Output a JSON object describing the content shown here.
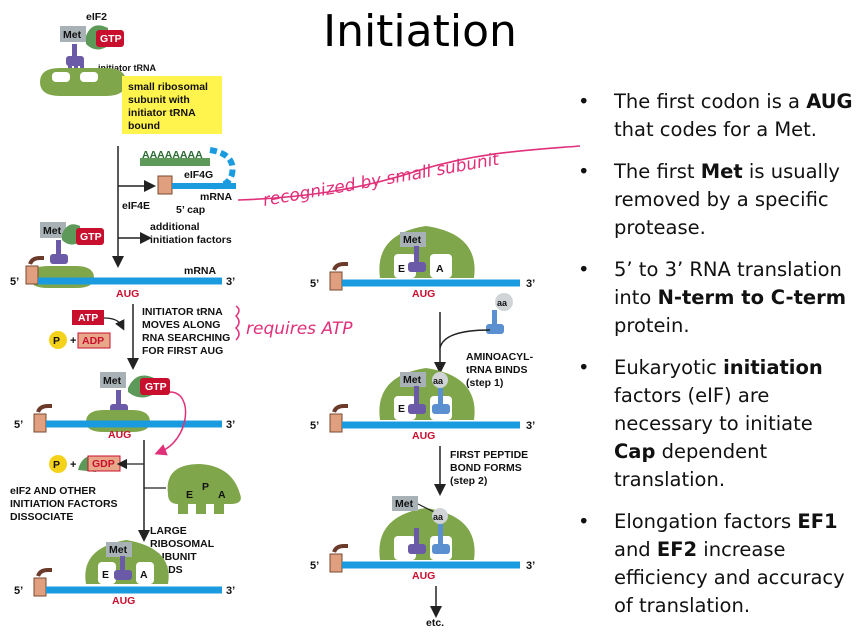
{
  "title": "Initiation",
  "bullets": [
    {
      "parts": [
        {
          "t": "The first codon is a "
        },
        {
          "t": "AUG",
          "b": true
        },
        {
          "t": " that codes for a Met."
        }
      ]
    },
    {
      "parts": [
        {
          "t": "The first "
        },
        {
          "t": "Met",
          "b": true
        },
        {
          "t": " is usually removed by a specific protease."
        }
      ]
    },
    {
      "parts": [
        {
          "t": "5’ to 3’ RNA translation into "
        },
        {
          "t": "N-term to C-term",
          "b": true
        },
        {
          "t": " protein."
        }
      ]
    },
    {
      "parts": [
        {
          "t": "Eukaryotic "
        },
        {
          "t": "initiation",
          "b": true
        },
        {
          "t": " factors (eIF) are necessary to initiate "
        },
        {
          "t": "Cap",
          "b": true
        },
        {
          "t": " dependent translation."
        }
      ]
    },
    {
      "parts": [
        {
          "t": "Elongation factors "
        },
        {
          "t": "EF1",
          "b": true
        },
        {
          "t": " and "
        },
        {
          "t": "EF2",
          "b": true
        },
        {
          "t": " increase efficiency and accuracy of translation."
        }
      ]
    }
  ],
  "labels": {
    "eif2": "eIF2",
    "met": "Met",
    "gtp": "GTP",
    "initiator_trna": "initiator tRNA",
    "callout": [
      "small ribosomal",
      "subunit with",
      "initiator tRNA",
      "bound"
    ],
    "polya": "AAAAAAAA",
    "eif4g": "eIF4G",
    "mrna": "mRNA",
    "eif4e": "eIF4E",
    "cap": "5’ cap",
    "additional": [
      "additional",
      "initiation factors"
    ],
    "five": "5’",
    "three": "3’",
    "aug": "AUG",
    "atp": "ATP",
    "adp": "ADP",
    "pi": "P",
    "plus": "+",
    "scanning": [
      "INITIATOR tRNA",
      "MOVES ALONG",
      "RNA SEARCHING",
      "FOR FIRST AUG"
    ],
    "gdp": "GDP",
    "dissociate": [
      "eIF2 AND OTHER",
      "INITIATION FACTORS",
      "DISSOCIATE"
    ],
    "large": [
      "LARGE",
      "RIBOSOMAL",
      "SUBUNIT",
      "BINDS"
    ],
    "site_e": "E",
    "site_p": "P",
    "site_a": "A",
    "aa": "aa",
    "aminoacyl": [
      "AMINOACYL-",
      "tRNA BINDS",
      "(step 1)"
    ],
    "peptide": [
      "FIRST PEPTIDE",
      "BOND FORMS",
      "(step 2)"
    ],
    "etc": "etc."
  },
  "annotations": {
    "recognized": "recognized by small subunit",
    "requires": "requires ATP"
  },
  "colors": {
    "ribosome": "#7fa64a",
    "ribosome_light": "#9cc46a",
    "mrna": "#1a9be0",
    "trna": "#6b5aa8",
    "trna_charged": "#5a8fd0",
    "red": "#c8102e",
    "yellow_box": "#fff34d",
    "annotation": "#e0307a"
  }
}
